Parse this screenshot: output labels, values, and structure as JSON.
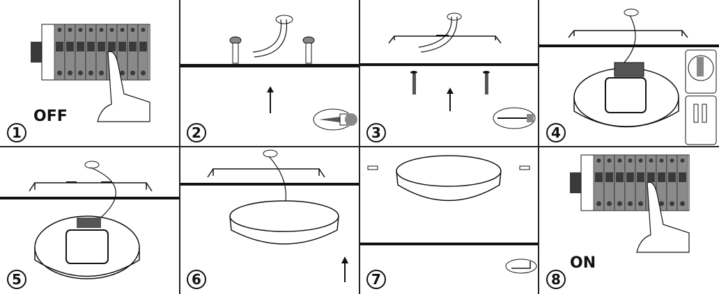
{
  "title": "Ceiling light installation steps",
  "steps": [
    {
      "number": "1",
      "label": "OFF"
    },
    {
      "number": "2"
    },
    {
      "number": "3"
    },
    {
      "number": "4"
    },
    {
      "number": "5"
    },
    {
      "number": "6"
    },
    {
      "number": "7"
    },
    {
      "number": "8",
      "label": "ON"
    }
  ],
  "colors": {
    "line": "#111111",
    "breaker": "#8a8a8a",
    "breaker_dark": "#3a3a3a"
  }
}
